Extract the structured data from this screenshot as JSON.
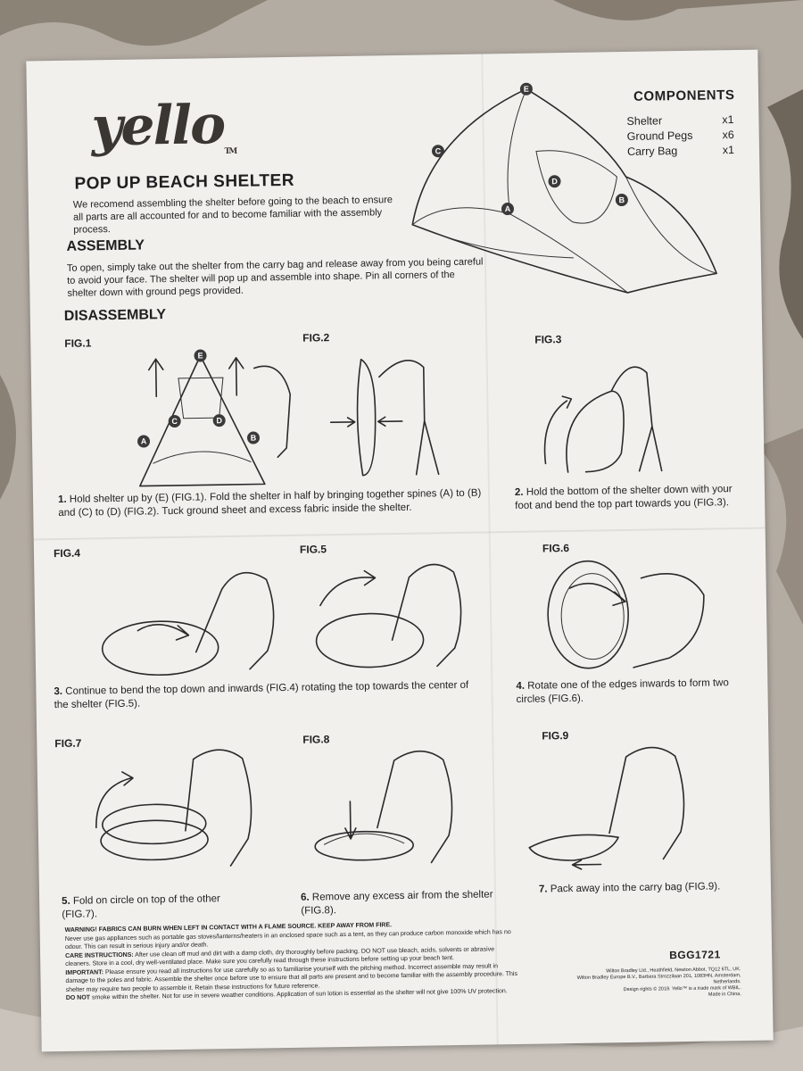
{
  "brand": {
    "name": "yello",
    "tm": "TM"
  },
  "title": "POP UP BEACH SHELTER",
  "intro": "We recomend assembling the shelter before going to the beach to ensure all parts are all accounted for and to become familiar with the assembly process.",
  "assembly": {
    "heading": "ASSEMBLY",
    "text": "To open, simply take out the shelter from the carry bag and release away from you being careful to avoid your face. The shelter will pop up and assemble into shape. Pin all corners of the shelter down with ground pegs provided."
  },
  "disassembly": {
    "heading": "DISASSEMBLY"
  },
  "components": {
    "heading": "COMPONENTS",
    "items": [
      {
        "name": "Shelter",
        "qty": "x1"
      },
      {
        "name": "Ground Pegs",
        "qty": "x6"
      },
      {
        "name": "Carry Bag",
        "qty": "x1"
      }
    ]
  },
  "hero_labels": [
    "E",
    "C",
    "D",
    "A",
    "B"
  ],
  "fig1_labels": [
    "E",
    "C",
    "D",
    "A",
    "B"
  ],
  "figures": [
    "FIG.1",
    "FIG.2",
    "FIG.3",
    "FIG.4",
    "FIG.5",
    "FIG.6",
    "FIG.7",
    "FIG.8",
    "FIG.9"
  ],
  "steps": [
    {
      "num": "1.",
      "text": "Hold shelter up by (E) (FIG.1). Fold the shelter in half by bringing together spines (A) to (B) and (C) to (D) (FIG.2). Tuck ground sheet and excess fabric inside the shelter."
    },
    {
      "num": "2.",
      "text": "Hold the bottom of the shelter down with your foot and bend the top part towards you (FIG.3)."
    },
    {
      "num": "3.",
      "text": "Continue to bend the top down and inwards (FIG.4) rotating the top towards the center of the shelter (FIG.5)."
    },
    {
      "num": "4.",
      "text": "Rotate one of the edges inwards to form two circles (FIG.6)."
    },
    {
      "num": "5.",
      "text": "Fold on circle on top of the other (FIG.7)."
    },
    {
      "num": "6.",
      "text": "Remove any excess air from the shelter (FIG.8)."
    },
    {
      "num": "7.",
      "text": "Pack away into the carry bag (FIG.9)."
    }
  ],
  "warnings": {
    "warning_label": "WARNING!",
    "warning_text": "FABRICS CAN BURN WHEN LEFT IN CONTACT WITH A FLAME SOURCE. KEEP AWAY FROM FIRE.",
    "gas_text": "Never use gas appliances such as portable gas stoves/lanterns/heaters in an enclosed space such as a tent, as they can produce carbon monoxide which has no odour. This can result in serious injury and/or death.",
    "care_label": "CARE INSTRUCTIONS:",
    "care_text": "After use clean off mud and dirt with a damp cloth, dry thoroughly before packing. DO NOT use bleach, acids, solvents or abrasive cleaners. Store in a cool, dry well-ventilated place. Make sure you carefully read through these instructions before setting up your beach tent.",
    "important_label": "IMPORTANT:",
    "important_text": "Please ensure you read all instructions for use carefully so as to familiarise yourself with the pitching method. Incorrect assemble may result in damage to the poles and fabric. Assemble the shelter once before use to ensure that all parts are present and to become familiar with the assembly procedure. This shelter may require two people to assemble it. Retain these instructions for future reference.",
    "smoke_label": "DO NOT",
    "smoke_text": "smoke within the shelter. Not for use in severe weather conditions. Application of sun lotion is essential as the shelter will not give 100% UV protection."
  },
  "product_code": "BGG1721",
  "address": [
    "Wilton Bradley Ltd., Heathfield, Newton Abbot, TQ12 6TL, UK.",
    "Wilton Bradley Europe B.V., Barbara Strozzilaan 201, 1083HN, Amsterdam, Netherlands.",
    "Design rights © 2019. Yello™ is a trade mark of WBIL.",
    "Made in China."
  ]
}
